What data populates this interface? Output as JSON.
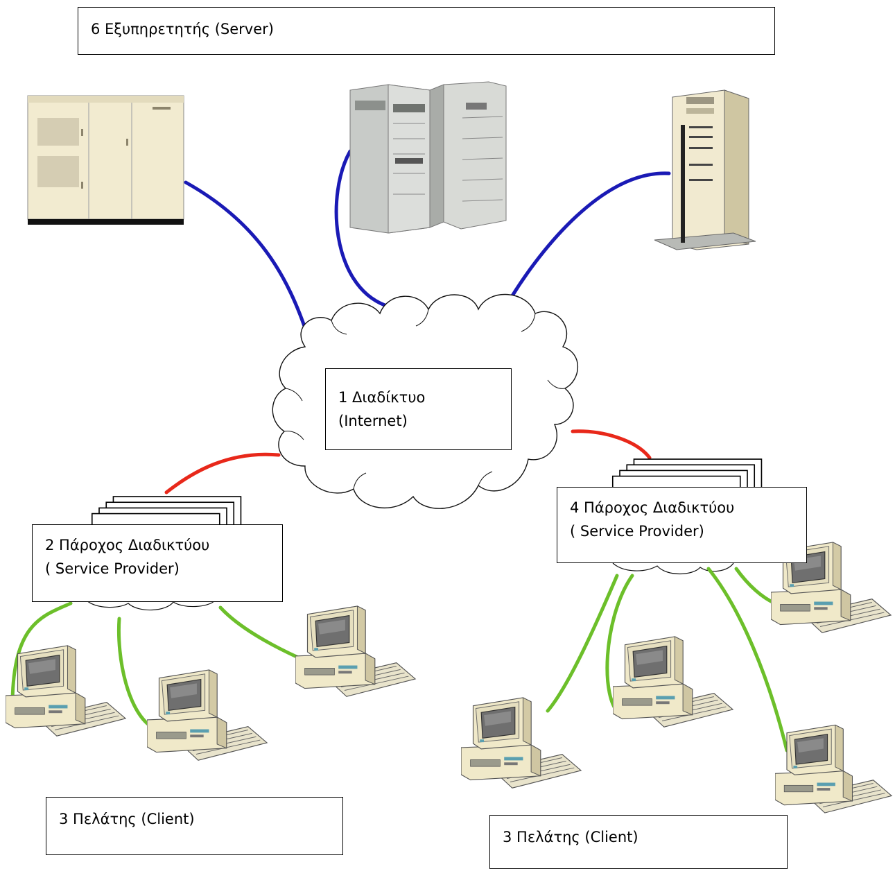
{
  "labels": {
    "server": "6  Εξυπηρετητής (Server)",
    "internet_line1": "1 Διαδίκτυο",
    "internet_line2": "(Internet)",
    "provider_left_line1": "2 Πάροχος  Διαδικτύου",
    "provider_left_line2": "( Service Provider)",
    "provider_right_line1": "4 Πάροχος  Διαδικτύου",
    "provider_right_line2": "( Service Provider)",
    "client_left": "3 Πελάτης (Client)",
    "client_right": "3 Πελάτης (Client)"
  },
  "colors": {
    "server_link": "#1a1ab5",
    "provider_link": "#e8281a",
    "client_link": "#6cbf2a",
    "cloud_fill": "#ffffff",
    "device_beige": "#f1ead0",
    "device_grey": "#c9ccc8"
  },
  "icons": {
    "servers": [
      "server-cabinet-icon",
      "server-rack-icon",
      "server-tower-icon"
    ],
    "network": "internet-cloud-icon",
    "providers": [
      "provider-pages-icon",
      "provider-pages-icon"
    ],
    "clients": [
      "desktop-computer-icon"
    ]
  }
}
